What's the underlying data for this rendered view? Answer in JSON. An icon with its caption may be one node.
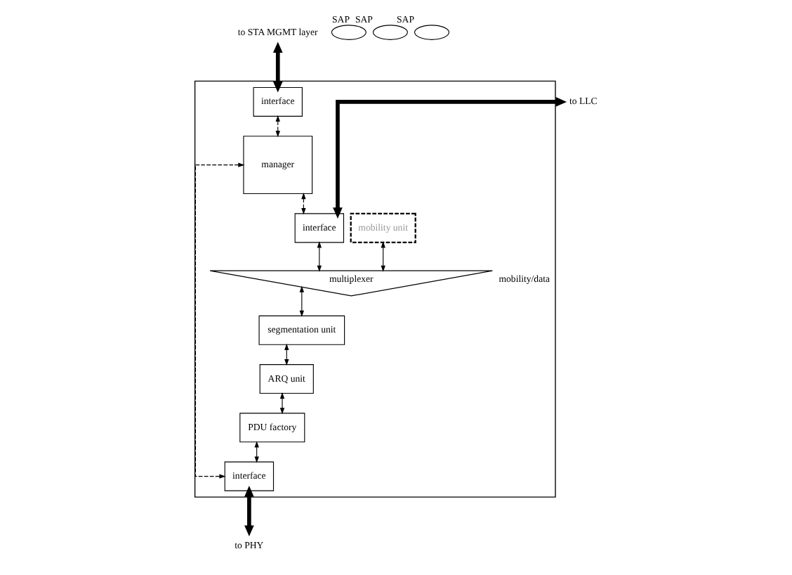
{
  "diagram": {
    "nodes": [
      {
        "text": [],
        "shape": "box"
      },
      {
        "text": [],
        "shape": "ellipse",
        "beside": [
          "SAP"
        ]
      },
      {
        "text": [
          "to LLC"
        ]
      },
      {
        "text": [
          "interface"
        ],
        "in": 0
      },
      {
        "text": [
          "mobility unit"
        ],
        "in": 0
      },
      {
        "text": [
          "multiplexer"
        ],
        "in": 0,
        "beside": [
          "mobility/data"
        ]
      },
      {
        "text": [
          "segmentation unit"
        ],
        "in": 0
      },
      {
        "text": [
          "ARQ unit"
        ],
        "in": 0
      },
      {
        "text": [
          "PDU factory"
        ],
        "in": 0
      },
      {
        "text": [
          "interface"
        ],
        "in": 0
      },
      {
        "text": [],
        "shape": "ellipse",
        "beside": [
          "SAP"
        ]
      },
      {
        "text": [
          "to PHY"
        ]
      },
      {
        "text": [],
        "shape": "ellipse",
        "beside": [
          "SAP"
        ]
      },
      {
        "text": [
          "to STA MGMT layer"
        ]
      },
      {
        "text": [
          "interface"
        ],
        "in": 0
      },
      {
        "text": [
          "manager"
        ],
        "in": 0
      }
    ],
    "edges": [
      {
        "from": 2,
        "to": 3,
        "arrow": "both",
        "style": "thick"
      },
      {
        "from": 3,
        "to": 5,
        "arrow": "both"
      },
      {
        "from": 4,
        "to": 5,
        "arrow": "both"
      },
      {
        "from": 5,
        "to": 6,
        "arrow": "both"
      },
      {
        "from": 6,
        "to": 7,
        "arrow": "both"
      },
      {
        "from": 7,
        "to": 8,
        "arrow": "both"
      },
      {
        "from": 8,
        "to": 9,
        "arrow": "both"
      },
      {
        "from": 9,
        "to": 11,
        "arrow": "both",
        "style": "thick"
      },
      {
        "from": 13,
        "to": 14,
        "arrow": "both",
        "style": "thick"
      },
      {
        "from": 14,
        "to": 15,
        "arrow": "both",
        "style": "dashed"
      },
      {
        "from": 15,
        "to": 3,
        "arrow": "both",
        "style": "dashed"
      },
      {
        "from": 15,
        "to": 9,
        "arrow": "both",
        "style": "dashed"
      }
    ]
  }
}
